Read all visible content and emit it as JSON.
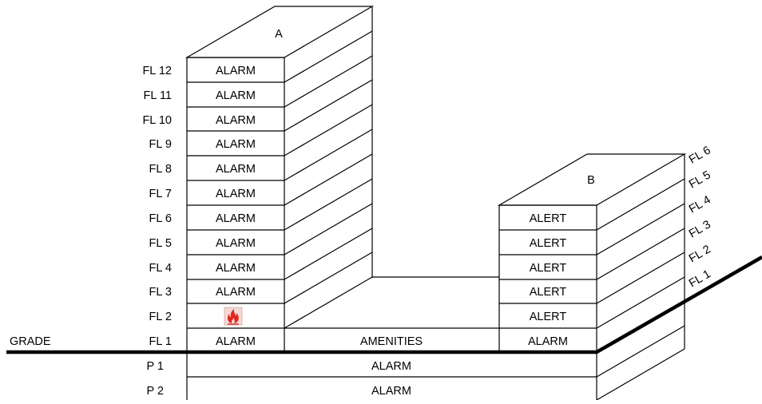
{
  "grade_label": "GRADE",
  "building_a": {
    "name": "A",
    "floors": [
      {
        "label": "FL 12",
        "status": "ALARM"
      },
      {
        "label": "FL 11",
        "status": "ALARM"
      },
      {
        "label": "FL 10",
        "status": "ALARM"
      },
      {
        "label": "FL 9",
        "status": "ALARM"
      },
      {
        "label": "FL 8",
        "status": "ALARM"
      },
      {
        "label": "FL 7",
        "status": "ALARM"
      },
      {
        "label": "FL 6",
        "status": "ALARM"
      },
      {
        "label": "FL 5",
        "status": "ALARM"
      },
      {
        "label": "FL 4",
        "status": "ALARM"
      },
      {
        "label": "FL 3",
        "status": "ALARM"
      },
      {
        "label": "FL 2",
        "status": "",
        "icon": "fire-icon"
      },
      {
        "label": "FL 1",
        "status": "ALARM"
      }
    ]
  },
  "amenities": {
    "label": "AMENITIES"
  },
  "parking": [
    {
      "label": "P 1",
      "status": "ALARM"
    },
    {
      "label": "P 2",
      "status": "ALARM"
    }
  ],
  "building_b": {
    "name": "B",
    "floors": [
      {
        "label": "FL 6",
        "status": "ALERT"
      },
      {
        "label": "FL 5",
        "status": "ALERT"
      },
      {
        "label": "FL 4",
        "status": "ALERT"
      },
      {
        "label": "FL 3",
        "status": "ALERT"
      },
      {
        "label": "FL 2",
        "status": "ALERT"
      },
      {
        "label": "FL 1",
        "status": "ALARM"
      }
    ]
  },
  "colors": {
    "line": "#000000",
    "fire": "#e4251b",
    "fire_bg": "#f3d9d6"
  }
}
